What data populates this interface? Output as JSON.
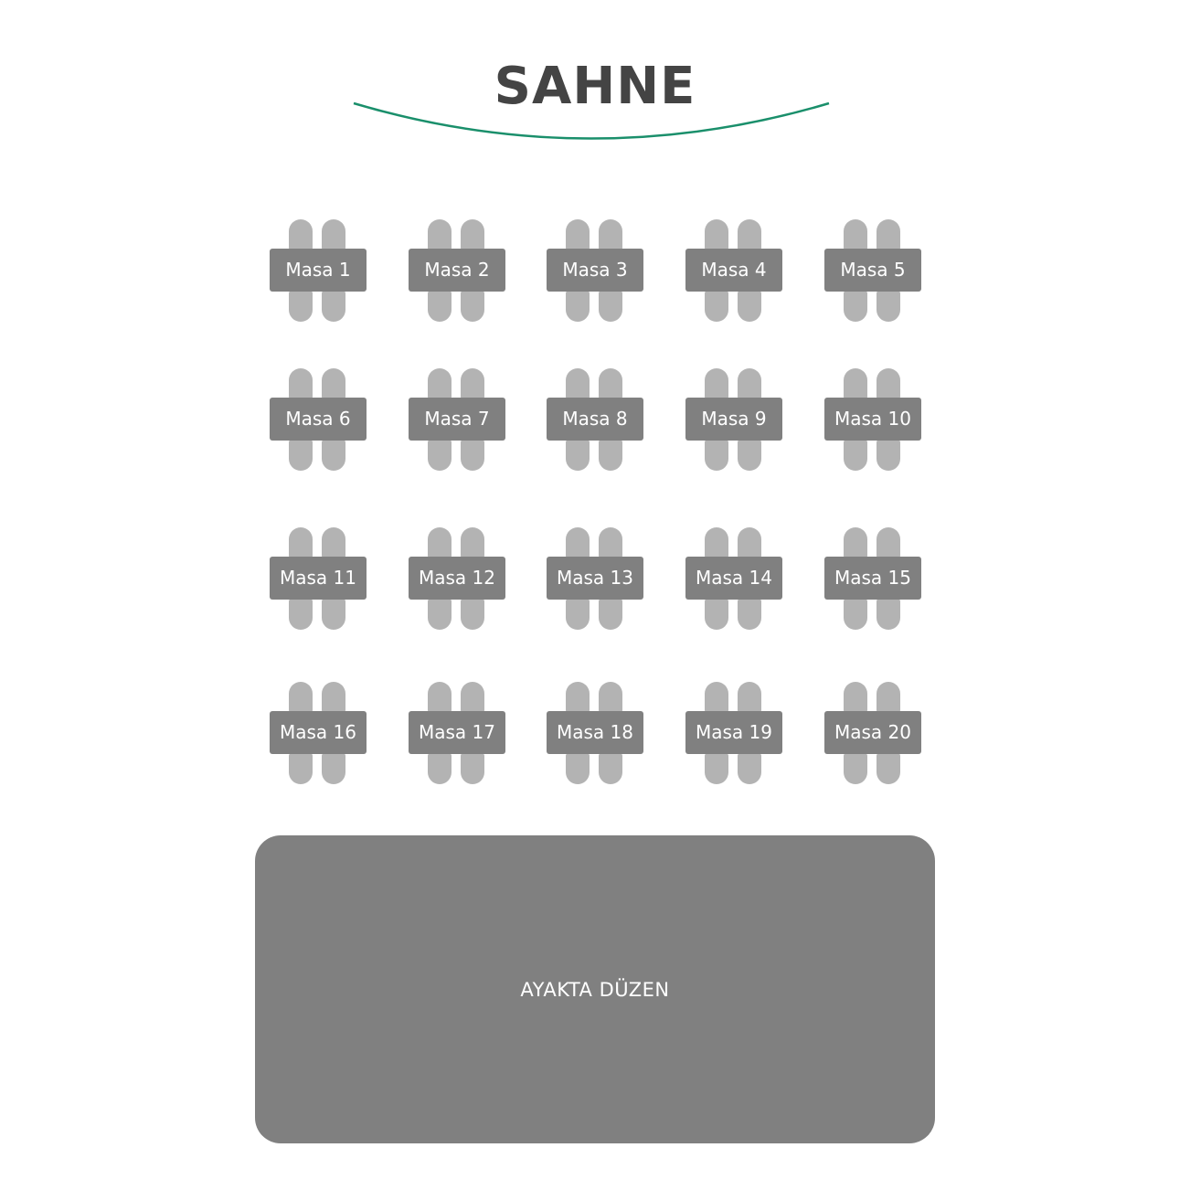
{
  "stage": {
    "label": "SAHNE",
    "arc_color": "#1a8f6b"
  },
  "tables": [
    {
      "label": "Masa 1"
    },
    {
      "label": "Masa 2"
    },
    {
      "label": "Masa 3"
    },
    {
      "label": "Masa 4"
    },
    {
      "label": "Masa 5"
    },
    {
      "label": "Masa 6"
    },
    {
      "label": "Masa 7"
    },
    {
      "label": "Masa 8"
    },
    {
      "label": "Masa 9"
    },
    {
      "label": "Masa 10"
    },
    {
      "label": "Masa 11"
    },
    {
      "label": "Masa 12"
    },
    {
      "label": "Masa 13"
    },
    {
      "label": "Masa 14"
    },
    {
      "label": "Masa 15"
    },
    {
      "label": "Masa 16"
    },
    {
      "label": "Masa 17"
    },
    {
      "label": "Masa 18"
    },
    {
      "label": "Masa 19"
    },
    {
      "label": "Masa 20"
    }
  ],
  "standing_area": {
    "label": "AYAKTA DÜZEN"
  },
  "colors": {
    "table": "#808080",
    "chair": "#b3b3b3",
    "title": "#444444"
  }
}
